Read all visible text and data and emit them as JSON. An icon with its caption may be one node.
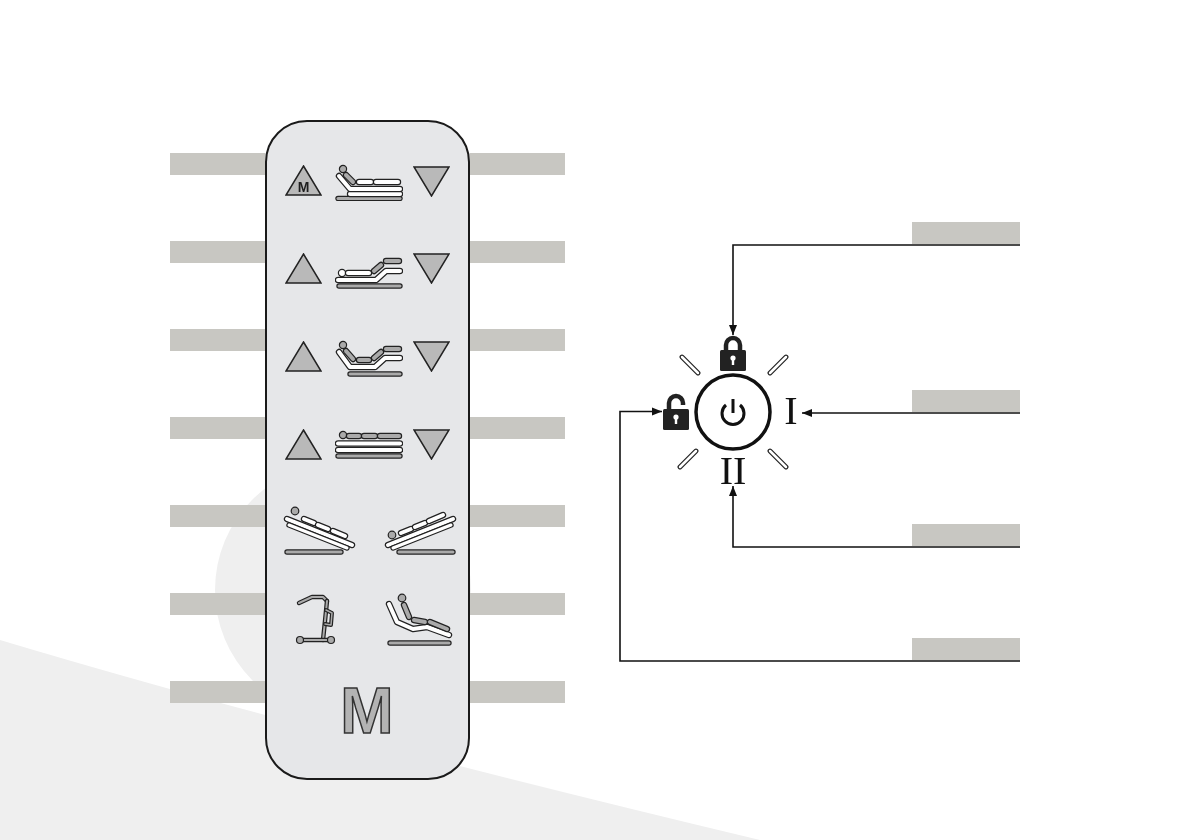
{
  "diagram": {
    "nodes": [
      {
        "text": [
          "M"
        ]
      },
      {
        "text": [
          "M"
        ],
        "in": 0
      },
      {
        "text": [],
        "shape": "triangle",
        "in": 0
      },
      {
        "text": [],
        "shape": "triangle",
        "in": 0
      },
      {
        "text": [],
        "shape": "triangle",
        "in": 0
      },
      {
        "text": [],
        "shape": "triangle",
        "in": 0
      },
      {
        "text": [],
        "shape": "triangle",
        "in": 0
      },
      {
        "text": [],
        "shape": "triangle",
        "in": 0
      },
      {
        "text": [],
        "shape": "triangle",
        "in": 0
      },
      {
        "text": [],
        "shape": "bar"
      },
      {
        "text": [],
        "shape": "bar"
      },
      {
        "text": [],
        "shape": "bar"
      },
      {
        "text": [],
        "shape": "bar"
      },
      {
        "text": [],
        "shape": "bar"
      },
      {
        "text": [],
        "shape": "bar"
      },
      {
        "text": [],
        "shape": "bar"
      },
      {
        "text": [],
        "shape": "bar"
      },
      {
        "text": [],
        "shape": "bar"
      },
      {
        "text": [],
        "shape": "bar"
      },
      {
        "text": [],
        "shape": "bar"
      },
      {
        "text": [],
        "shape": "bar"
      },
      {
        "text": [],
        "shape": "bar"
      },
      {
        "text": [],
        "shape": "bar"
      },
      {
        "text": [],
        "shape": "bar"
      },
      {
        "text": [],
        "shape": "picture"
      },
      {
        "text": [],
        "shape": "picture"
      },
      {
        "text": [
          "I"
        ]
      },
      {
        "text": [],
        "shape": "bar"
      },
      {
        "text": [
          "II"
        ]
      },
      {
        "text": [],
        "shape": "bar"
      },
      {
        "text": [],
        "shape": "bar"
      }
    ],
    "edges": [
      {
        "from": 23,
        "to": 24,
        "arrow": "to"
      },
      {
        "from": 27,
        "to": 26,
        "arrow": "to"
      },
      {
        "from": 29,
        "to": 28,
        "arrow": "to"
      },
      {
        "from": 30,
        "to": 25,
        "arrow": "to"
      }
    ]
  }
}
